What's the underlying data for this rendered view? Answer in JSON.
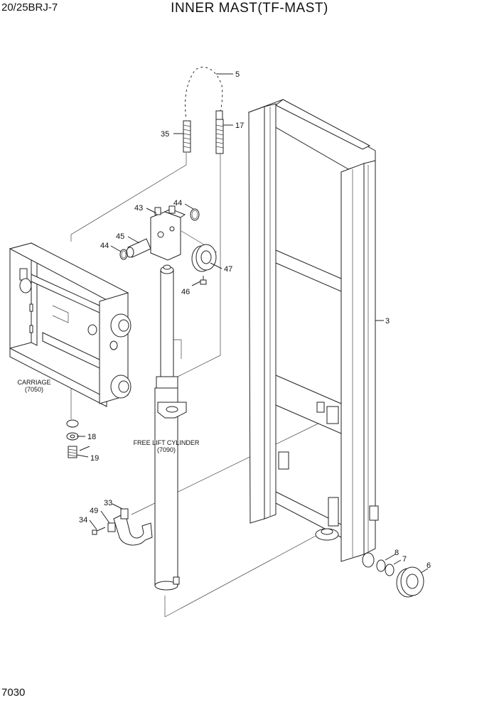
{
  "header": {
    "model": "20/25BRJ-7",
    "title": "INNER MAST(TF-MAST)"
  },
  "footer": {
    "page_number": "7030"
  },
  "parts": {
    "p5": "5",
    "p35": "35",
    "p17": "17",
    "p43": "43",
    "p44a": "44",
    "p44b": "44",
    "p45": "45",
    "p47": "47",
    "p46": "46",
    "p3": "3",
    "p18": "18",
    "p19": "19",
    "p33": "33",
    "p49": "49",
    "p34": "34",
    "p8": "8",
    "p7": "7",
    "p6": "6"
  },
  "labels": {
    "carriage_name": "CARRIAGE",
    "carriage_ref": "(7050)",
    "cylinder_name": "FREE LIFT CYLINDER",
    "cylinder_ref": "(7090)"
  }
}
